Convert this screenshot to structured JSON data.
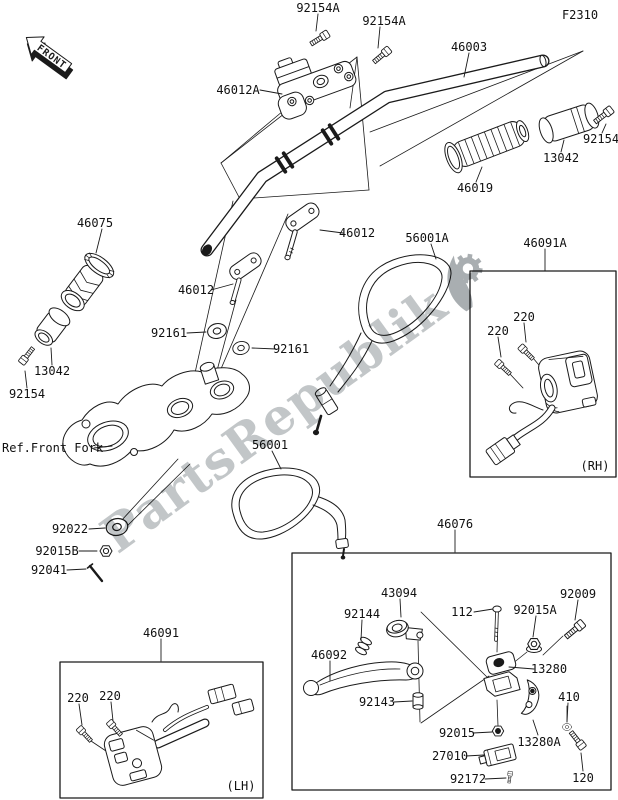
{
  "page": {
    "background": "#ffffff",
    "line_color": "#1a1a1a",
    "watermark_color": "#b7bcbe"
  },
  "figure_code": "F2310",
  "front_marker": "FRONT",
  "watermark": {
    "text": "PartsRepublik"
  },
  "captions": {
    "rh": "(RH)",
    "lh": "(LH)",
    "ref_front_fork": "Ref.Front Fork"
  },
  "labels": {
    "screw_92154a_top": "92154A",
    "screw_92154a_top2": "92154A",
    "handlebar": "46003",
    "holder_assy_a": "46012A",
    "bolt_92154_right": "92154",
    "weight_13042_right": "13042",
    "grip_46019": "46019",
    "grip_46075": "46075",
    "holder_46012_upper": "46012",
    "mirror_56001a": "56001A",
    "switch_box_rh": "46091A",
    "holder_46012_lower": "46012",
    "screw_220_rh_a": "220",
    "screw_220_rh_b": "220",
    "washer_92161_left": "92161",
    "washer_92161_right": "92161",
    "weight_13042_left": "13042",
    "bolt_92154_left": "92154",
    "mirror_56001": "56001",
    "washer_92022": "92022",
    "nut_92015b": "92015B",
    "pin_92041": "92041",
    "lever_box_46076": "46076",
    "holder_43094": "43094",
    "bolt_92009": "92009",
    "nut_92015a": "92015A",
    "bolt_112": "112",
    "spring_92144": "92144",
    "switch_box_lh_46091": "46091",
    "lever_46092": "46092",
    "holder_13280": "13280",
    "screw_220_lh_a": "220",
    "screw_220_lh_b": "220",
    "washer_410": "410",
    "collar_92143": "92143",
    "nut_92015": "92015",
    "holder_13280a": "13280A",
    "switch_27010": "27010",
    "screw_92172": "92172",
    "bolt_120": "120"
  }
}
